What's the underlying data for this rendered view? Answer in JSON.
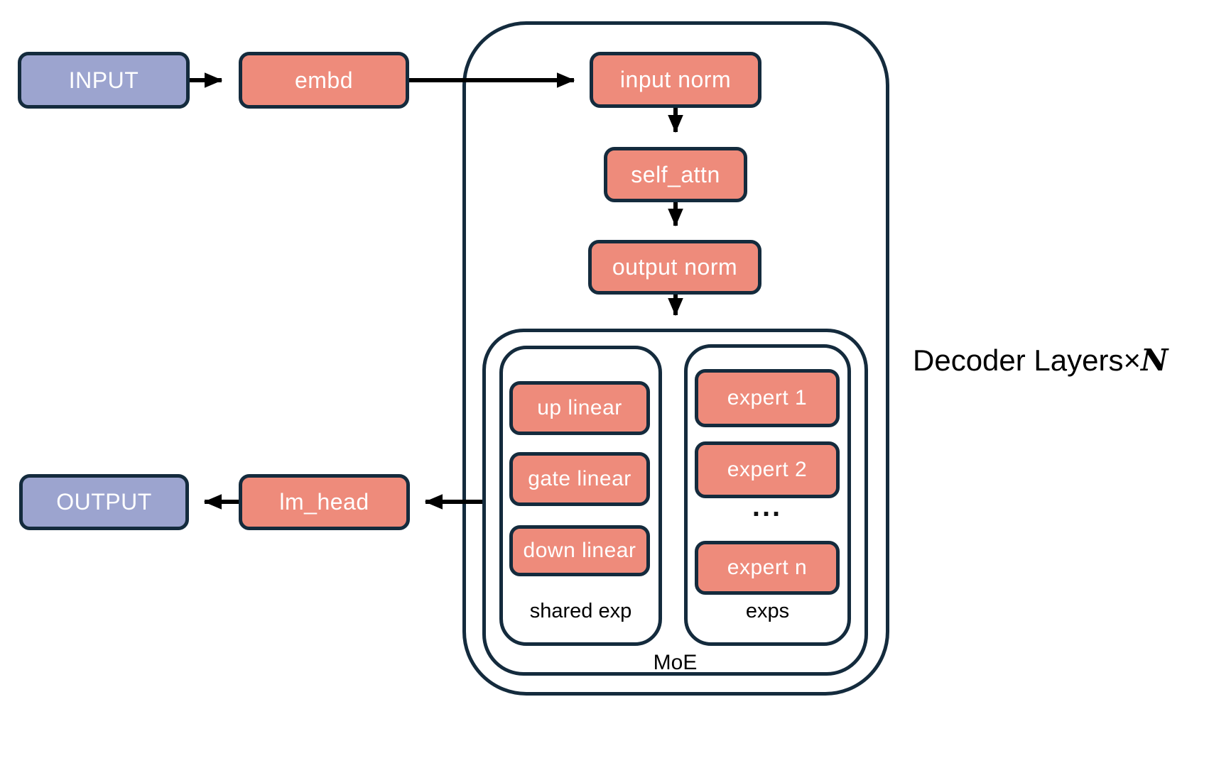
{
  "colors": {
    "background": "#ffffff",
    "border_navy": "#142b3d",
    "box_salmon": "#ee8b7b",
    "box_blue": "#9ca4cf",
    "box_text": "#ffffff",
    "label_text": "#000000",
    "arrow_black": "#000000"
  },
  "nodes": {
    "input": {
      "label": "INPUT"
    },
    "embd": {
      "label": "embd"
    },
    "input_norm": {
      "label": "input norm"
    },
    "self_attn": {
      "label": "self_attn"
    },
    "output_norm": {
      "label": "output norm"
    },
    "up_linear": {
      "label": "up linear"
    },
    "gate_linear": {
      "label": "gate linear"
    },
    "down_linear": {
      "label": "down linear"
    },
    "expert_1": {
      "label": "expert 1"
    },
    "expert_2": {
      "label": "expert 2"
    },
    "expert_n": {
      "label": "expert n"
    },
    "lm_head": {
      "label": "lm_head"
    },
    "output": {
      "label": "OUTPUT"
    }
  },
  "containers": {
    "shared_exp_label": "shared exp",
    "exps_label": "exps",
    "moe_label": "MoE"
  },
  "side_label": {
    "prefix": "Decoder Layers",
    "times": "×",
    "n": "N"
  },
  "ellipsis": "..."
}
